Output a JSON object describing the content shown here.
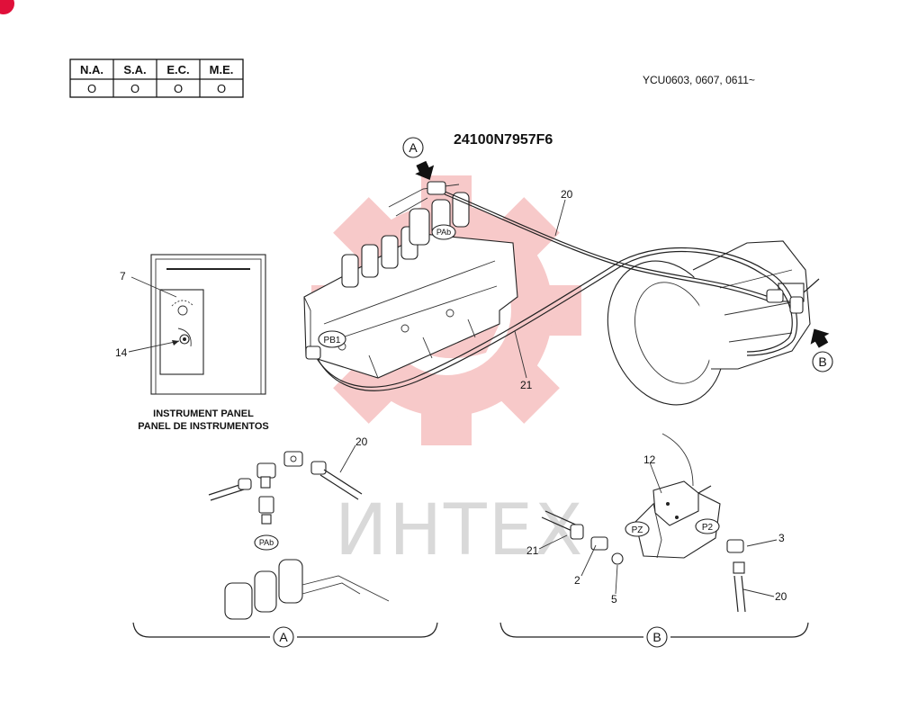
{
  "applicability_table": {
    "headers": [
      "N.A.",
      "S.A.",
      "E.C.",
      "M.E."
    ],
    "marks": [
      "O",
      "O",
      "O",
      "O"
    ]
  },
  "serial_range": "YCU0603, 0607, 0611~",
  "part_number": "24100N7957F6",
  "instrument_panel": {
    "title_en": "INSTRUMENT PANEL",
    "title_es": "PANEL DE INSTRUMENTOS"
  },
  "callouts": {
    "item_7": "7",
    "item_14": "14",
    "item_20_main": "20",
    "item_21_main": "21",
    "item_20_detail_a": "20",
    "item_12": "12",
    "item_3": "3",
    "item_2": "2",
    "item_5": "5",
    "item_21_detail_b": "21",
    "item_20_detail_b": "20"
  },
  "ports": {
    "pab_main": "PAb",
    "pb1": "PB1",
    "pab_detail": "PAb",
    "pz": "PZ",
    "p2": "P2"
  },
  "view_markers": {
    "a_main": "A",
    "b_main": "B",
    "a_detail": "A",
    "b_detail": "B"
  },
  "watermark": {
    "text": "ИНТЕХ",
    "color": "#f7c9c9"
  }
}
